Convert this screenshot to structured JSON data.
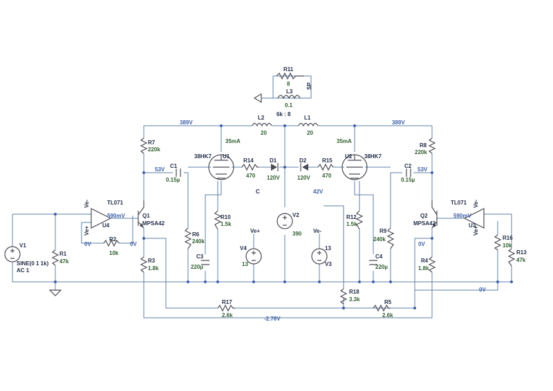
{
  "schematic": {
    "speaker": {
      "name": "R11",
      "value": "8",
      "tag": "SP"
    },
    "l3": {
      "name": "L3",
      "value": "0.1"
    },
    "transformer_ratio": "6k : 8",
    "l2": {
      "name": "L2",
      "value": "20"
    },
    "l1": {
      "name": "L1",
      "value": "20"
    },
    "u1": {
      "name": "U1",
      "part": "38HK7",
      "current": "35mA"
    },
    "u2": {
      "name": "U2",
      "part": "38HK7",
      "current": "35mA"
    },
    "r14": {
      "name": "R14",
      "value": "470"
    },
    "r15": {
      "name": "R15",
      "value": "470"
    },
    "d1": {
      "name": "D1",
      "voltage": "120V"
    },
    "d2": {
      "name": "D2",
      "voltage": "120V"
    },
    "r7": {
      "name": "R7",
      "value": "220k"
    },
    "r8": {
      "name": "R8",
      "value": "220k"
    },
    "c1": {
      "name": "C1",
      "value": "0.15µ"
    },
    "c2": {
      "name": "C2",
      "value": "0.15µ"
    },
    "q1": {
      "name": "Q1",
      "part": "MPSA42"
    },
    "q2": {
      "name": "Q2",
      "part": "MPSA42"
    },
    "u4": {
      "name": "U4",
      "part": "TL071"
    },
    "u3": {
      "name": "U3",
      "part": "TL071"
    },
    "v1": {
      "name": "V1",
      "value": "SINE(0 1 1k)",
      "ac": "AC 1"
    },
    "r1": {
      "name": "R1",
      "value": "47k"
    },
    "r2": {
      "name": "R2",
      "value": "10k"
    },
    "r3": {
      "name": "R3",
      "value": "1.8k"
    },
    "r4": {
      "name": "R4",
      "value": "1.8k"
    },
    "r6": {
      "name": "R6",
      "value": "240k"
    },
    "r9": {
      "name": "R9",
      "value": "240k"
    },
    "r10": {
      "name": "R10",
      "value": "1.5k"
    },
    "r12": {
      "name": "R12",
      "value": "1.5k"
    },
    "c3": {
      "name": "C3",
      "value": "220µ"
    },
    "c4": {
      "name": "C4",
      "value": "220µ"
    },
    "v4": {
      "name": "V4",
      "value": "13"
    },
    "v3": {
      "name": "V3",
      "value": "13"
    },
    "v2": {
      "name": "V2",
      "value": "390"
    },
    "r16": {
      "name": "R16",
      "value": "10k"
    },
    "r13": {
      "name": "R13",
      "value": "47k"
    },
    "r17": {
      "name": "R17",
      "value": "2.6k"
    },
    "r5": {
      "name": "R5",
      "value": "2.6k"
    },
    "r18": {
      "name": "R18",
      "value": "3.3k"
    },
    "pins": {
      "vneg": "Ve-",
      "vpos": "Ve+"
    },
    "nets": {
      "b_plus_left": "389V",
      "b_plus_right": "389V",
      "grid_left": "53V",
      "grid_right": "53V",
      "opamp_left": "590mV",
      "opamp_right": "590mV",
      "zero_a": "0V",
      "zero_b": "0V",
      "zero_c": "0V",
      "zero_d": "0V",
      "c_node": "C",
      "v42": "42V",
      "neg": "-2.76V"
    }
  }
}
